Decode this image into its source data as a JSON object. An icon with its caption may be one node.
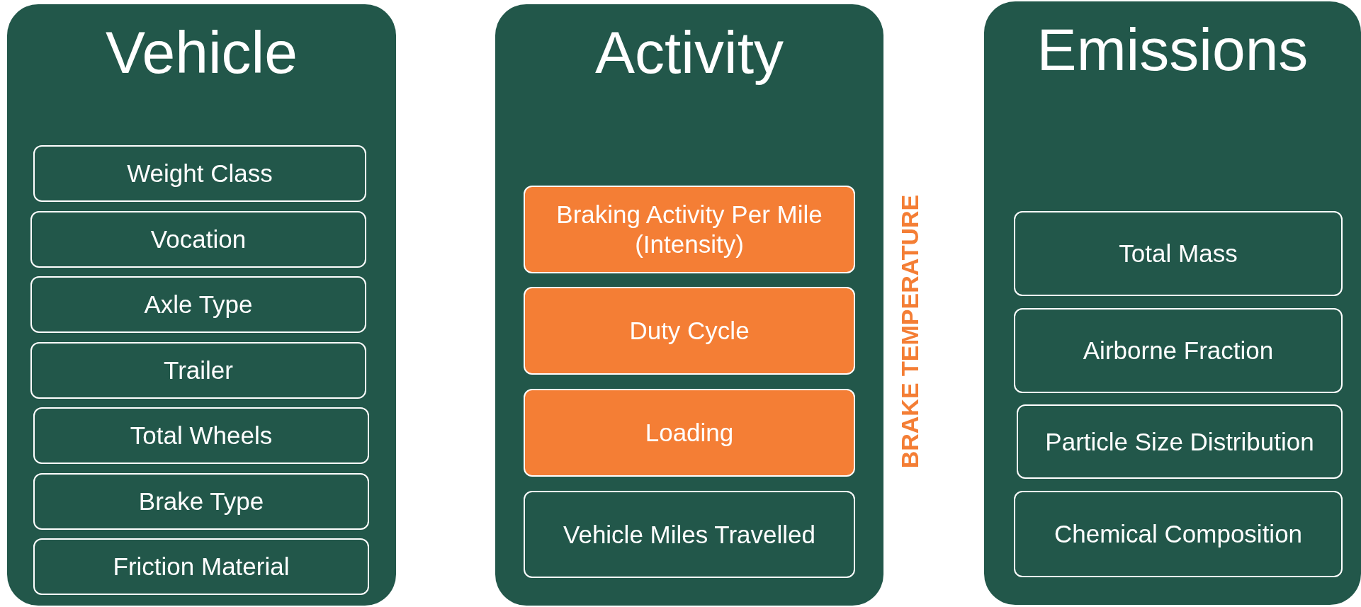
{
  "diagram": {
    "nodes": [
      {
        "text": [
          "Vehicle"
        ]
      },
      {
        "text": [
          "Weight Class"
        ],
        "in": 0
      },
      {
        "text": [
          "Vocation"
        ],
        "in": 0
      },
      {
        "text": [
          "Axle Type"
        ],
        "in": 0
      },
      {
        "text": [
          "Trailer"
        ],
        "in": 0
      },
      {
        "text": [
          "Total Wheels"
        ],
        "in": 0
      },
      {
        "text": [
          "Brake Type"
        ],
        "in": 0
      },
      {
        "text": [
          "Friction Material"
        ],
        "in": 0
      },
      {
        "text": [
          "Activity"
        ]
      },
      {
        "text": [
          "Braking Activity Per Mile (Intensity)"
        ],
        "in": 8
      },
      {
        "text": [
          "Duty Cycle"
        ],
        "in": 8
      },
      {
        "text": [
          "Loading"
        ],
        "in": 8
      },
      {
        "text": [
          "Vehicle Miles Travelled"
        ],
        "in": 8
      },
      {
        "text": [
          "Emissions"
        ]
      },
      {
        "text": [
          "Total Mass"
        ],
        "in": 13
      },
      {
        "text": [
          "Airborne Fraction"
        ],
        "in": 13
      },
      {
        "text": [
          "Particle Size Distribution"
        ],
        "in": 13
      },
      {
        "text": [
          "Chemical Composition"
        ],
        "in": 13
      }
    ],
    "labels": [
      "BRAKE TEMPERATURE"
    ]
  }
}
